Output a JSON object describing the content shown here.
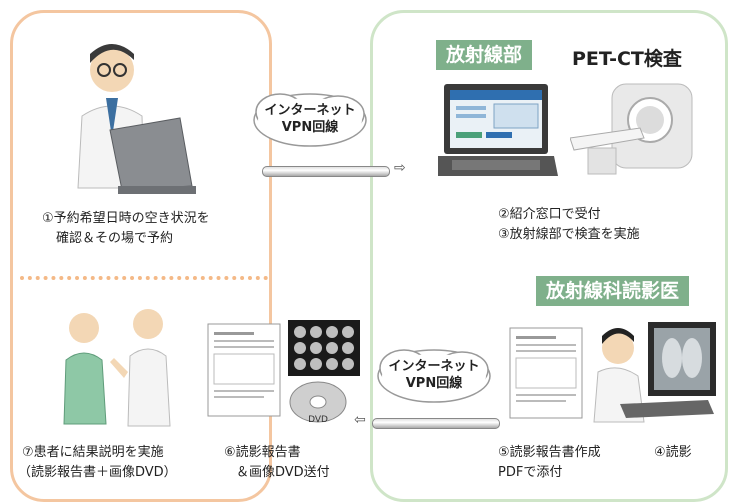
{
  "radiology": {
    "dept_label": "放射線部",
    "exam_title": "PET-CT検査"
  },
  "reader": {
    "label": "放射線科読影医"
  },
  "vpn": {
    "top": {
      "line1": "インターネット",
      "line2": "VPN回線"
    },
    "bottom": {
      "line1": "インターネット",
      "line2": "VPN回線"
    }
  },
  "steps": {
    "s1": {
      "line1": "①予約希望日時の空き状況を",
      "line2": "確認＆その場で予約"
    },
    "s23": {
      "line1": "②紹介窓口で受付",
      "line2": "③放射線部で検査を実施"
    },
    "s4": {
      "line1": "④読影"
    },
    "s5": {
      "line1": "⑤読影報告書作成",
      "line2": "PDFで添付"
    },
    "s6": {
      "line1": "⑥読影報告書",
      "line2": "＆画像DVD送付"
    },
    "s7": {
      "line1": "⑦患者に結果説明を実施",
      "line2": "（読影報告書＋画像DVD）"
    }
  },
  "dvd_text": "DVD",
  "arrows": {
    "right": "⇨",
    "left": "⇦"
  }
}
